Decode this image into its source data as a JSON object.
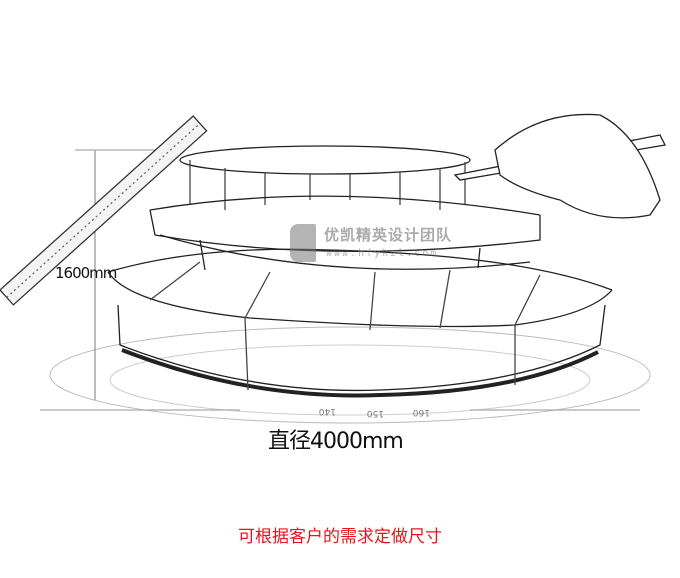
{
  "drawing": {
    "height_label": "1600mm",
    "diameter_label": "直径4000mm",
    "ruler_ticks": [
      "140",
      "150",
      "160"
    ]
  },
  "watermark": {
    "title": "优凯精英设计团队",
    "url": "www.hfykzl.com"
  },
  "note": {
    "text": "可根据客户的需求定做尺寸",
    "color": "#e8141b"
  }
}
